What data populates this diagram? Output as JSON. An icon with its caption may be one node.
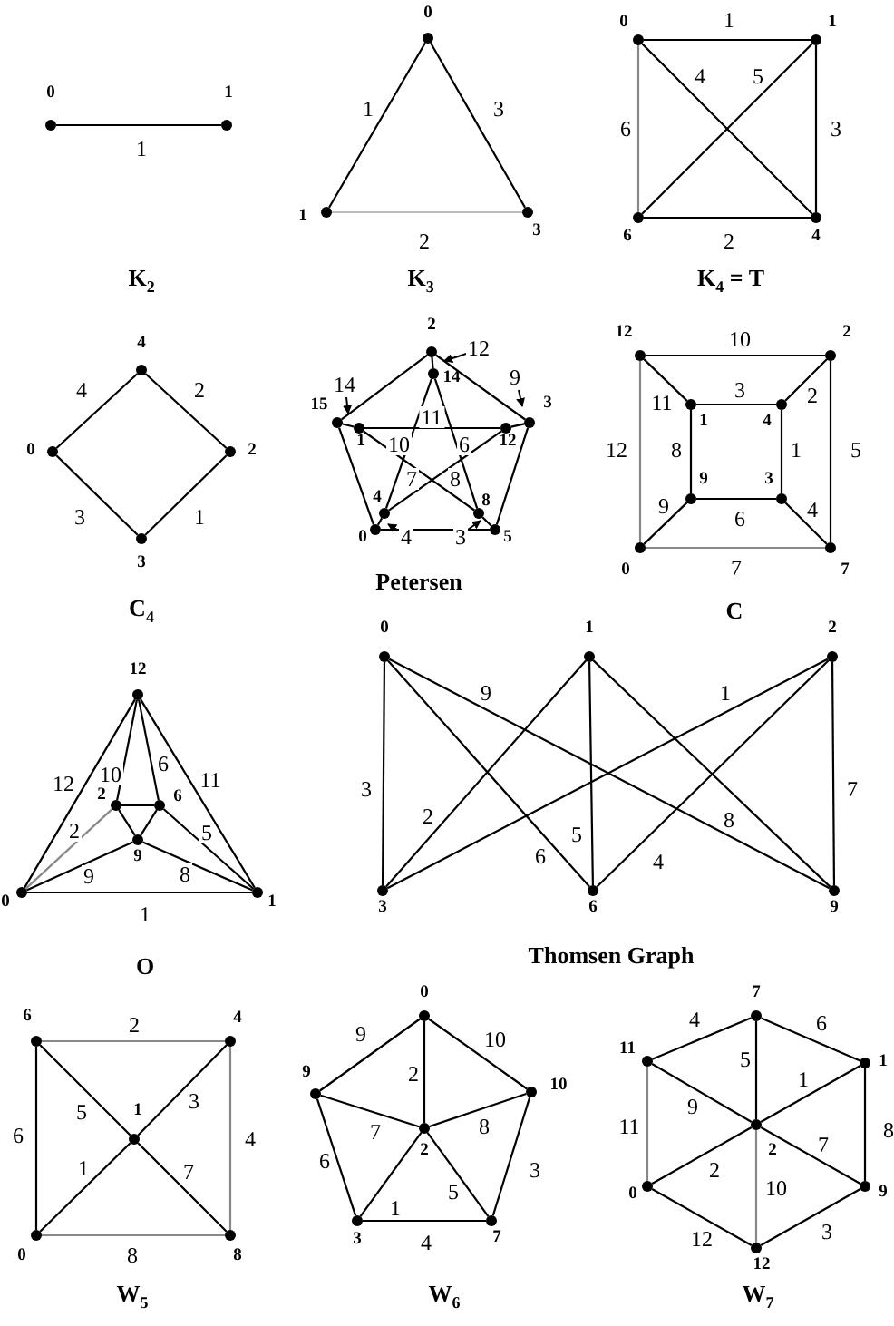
{
  "diagram": {
    "nodes": [
      {
        "text": [
          "0"
        ]
      },
      {
        "text": [
          "1"
        ]
      },
      {
        "text": [
          "0"
        ]
      },
      {
        "text": [
          "1"
        ]
      },
      {
        "text": [
          "3"
        ]
      },
      {
        "text": [
          "0"
        ]
      },
      {
        "text": [
          "1"
        ]
      },
      {
        "text": [
          "6"
        ]
      },
      {
        "text": [
          "4"
        ]
      },
      {
        "text": [
          "4"
        ]
      },
      {
        "text": [
          "0"
        ]
      },
      {
        "text": [
          "2"
        ]
      },
      {
        "text": [
          "3"
        ]
      },
      {
        "text": [
          "2"
        ]
      },
      {
        "text": [
          "15"
        ]
      },
      {
        "text": [
          "1"
        ]
      },
      {
        "text": [
          "14"
        ]
      },
      {
        "text": [
          "12"
        ]
      },
      {
        "text": [
          "3"
        ]
      },
      {
        "text": [
          "4"
        ]
      },
      {
        "text": [
          "8"
        ]
      },
      {
        "text": [
          "0"
        ]
      },
      {
        "text": [
          "5"
        ]
      },
      {
        "text": [
          "12"
        ]
      },
      {
        "text": [
          "2"
        ]
      },
      {
        "text": [
          "1"
        ]
      },
      {
        "text": [
          "4"
        ]
      },
      {
        "text": [
          "9"
        ]
      },
      {
        "text": [
          "3"
        ]
      },
      {
        "text": [
          "0"
        ]
      },
      {
        "text": [
          "7"
        ]
      },
      {
        "text": [
          "12"
        ]
      },
      {
        "text": [
          "2"
        ]
      },
      {
        "text": [
          "6"
        ]
      },
      {
        "text": [
          "9"
        ]
      },
      {
        "text": [
          "0"
        ]
      },
      {
        "text": [
          "1"
        ]
      },
      {
        "text": [
          "0"
        ]
      },
      {
        "text": [
          "1"
        ]
      },
      {
        "text": [
          "2"
        ]
      },
      {
        "text": [
          "3"
        ]
      },
      {
        "text": [
          "6"
        ]
      },
      {
        "text": [
          "9"
        ]
      },
      {
        "text": [
          "6"
        ]
      },
      {
        "text": [
          "4"
        ]
      },
      {
        "text": [
          "1"
        ]
      },
      {
        "text": [
          "0"
        ]
      },
      {
        "text": [
          "8"
        ]
      },
      {
        "text": [
          "0"
        ]
      },
      {
        "text": [
          "9"
        ]
      },
      {
        "text": [
          "10"
        ]
      },
      {
        "text": [
          "2"
        ]
      },
      {
        "text": [
          "3"
        ]
      },
      {
        "text": [
          "7"
        ]
      },
      {
        "text": [
          "7"
        ]
      },
      {
        "text": [
          "11"
        ]
      },
      {
        "text": [
          "1"
        ]
      },
      {
        "text": [
          "2"
        ]
      },
      {
        "text": [
          "0"
        ]
      },
      {
        "text": [
          "9"
        ]
      },
      {
        "text": [
          "12"
        ]
      }
    ],
    "edges": [
      {
        "from": 0,
        "to": 1,
        "arrow": "none",
        "label": "1"
      },
      {
        "from": 2,
        "to": 3,
        "arrow": "none",
        "label": "1"
      },
      {
        "from": 2,
        "to": 4,
        "arrow": "none",
        "label": "3"
      },
      {
        "from": 3,
        "to": 4,
        "arrow": "none",
        "label": "2",
        "color": "#bbbbbb"
      },
      {
        "from": 5,
        "to": 6,
        "arrow": "none",
        "label": "1"
      },
      {
        "from": 6,
        "to": 8,
        "arrow": "none",
        "label": "3"
      },
      {
        "from": 7,
        "to": 8,
        "arrow": "none",
        "label": "2"
      },
      {
        "from": 5,
        "to": 7,
        "arrow": "none",
        "label": "6",
        "color": "#888888"
      },
      {
        "from": 5,
        "to": 8,
        "arrow": "none",
        "label": "4"
      },
      {
        "from": 7,
        "to": 6,
        "arrow": "none",
        "label": "5"
      },
      {
        "from": 9,
        "to": 10,
        "arrow": "none",
        "label": "4"
      },
      {
        "from": 9,
        "to": 11,
        "arrow": "none",
        "label": "2"
      },
      {
        "from": 10,
        "to": 12,
        "arrow": "none",
        "label": "3"
      },
      {
        "from": 11,
        "to": 12,
        "arrow": "none",
        "label": "1"
      },
      {
        "from": 13,
        "to": 18,
        "arrow": "none"
      },
      {
        "from": 18,
        "to": 22,
        "arrow": "none"
      },
      {
        "from": 22,
        "to": 21,
        "arrow": "none"
      },
      {
        "from": 21,
        "to": 14,
        "arrow": "none"
      },
      {
        "from": 14,
        "to": 13,
        "arrow": "none"
      },
      {
        "from": 13,
        "to": 16,
        "arrow": "none",
        "label": "12"
      },
      {
        "from": 18,
        "to": 17,
        "arrow": "none",
        "label": "9"
      },
      {
        "from": 22,
        "to": 20,
        "arrow": "none",
        "label": "3"
      },
      {
        "from": 21,
        "to": 19,
        "arrow": "none",
        "label": "4"
      },
      {
        "from": 14,
        "to": 15,
        "arrow": "none",
        "label": "14"
      },
      {
        "from": 16,
        "to": 19,
        "arrow": "none",
        "label": "10"
      },
      {
        "from": 16,
        "to": 20,
        "arrow": "none",
        "label": "6"
      },
      {
        "from": 15,
        "to": 17,
        "arrow": "none",
        "label": "11"
      },
      {
        "from": 15,
        "to": 20,
        "arrow": "none",
        "label": "8"
      },
      {
        "from": 19,
        "to": 17,
        "arrow": "none",
        "label": "7"
      },
      {
        "from": 23,
        "to": 24,
        "arrow": "none",
        "label": "10"
      },
      {
        "from": 24,
        "to": 30,
        "arrow": "none",
        "label": "5"
      },
      {
        "from": 29,
        "to": 30,
        "arrow": "none",
        "label": "7",
        "color": "#888888"
      },
      {
        "from": 23,
        "to": 29,
        "arrow": "none",
        "label": "12",
        "color": "#888888"
      },
      {
        "from": 23,
        "to": 25,
        "arrow": "none",
        "label": "11"
      },
      {
        "from": 24,
        "to": 26,
        "arrow": "none",
        "label": "2"
      },
      {
        "from": 29,
        "to": 27,
        "arrow": "none",
        "label": "9"
      },
      {
        "from": 30,
        "to": 28,
        "arrow": "none",
        "label": "4"
      },
      {
        "from": 25,
        "to": 26,
        "arrow": "none",
        "label": "3"
      },
      {
        "from": 26,
        "to": 28,
        "arrow": "none",
        "label": "1"
      },
      {
        "from": 25,
        "to": 27,
        "arrow": "none",
        "label": "8"
      },
      {
        "from": 27,
        "to": 28,
        "arrow": "none",
        "label": "6"
      },
      {
        "from": 31,
        "to": 35,
        "arrow": "none",
        "label": "12"
      },
      {
        "from": 31,
        "to": 36,
        "arrow": "none",
        "label": "11"
      },
      {
        "from": 35,
        "to": 36,
        "arrow": "none",
        "label": "1"
      },
      {
        "from": 31,
        "to": 32,
        "arrow": "none",
        "label": "10"
      },
      {
        "from": 31,
        "to": 33,
        "arrow": "none",
        "label": "6"
      },
      {
        "from": 35,
        "to": 32,
        "arrow": "none",
        "label": "2",
        "color": "#888888"
      },
      {
        "from": 36,
        "to": 33,
        "arrow": "none",
        "label": "5"
      },
      {
        "from": 35,
        "to": 34,
        "arrow": "none",
        "label": "9"
      },
      {
        "from": 36,
        "to": 34,
        "arrow": "none",
        "label": "8"
      },
      {
        "from": 32,
        "to": 33,
        "arrow": "none"
      },
      {
        "from": 32,
        "to": 34,
        "arrow": "none"
      },
      {
        "from": 33,
        "to": 34,
        "arrow": "none"
      },
      {
        "from": 37,
        "to": 40,
        "arrow": "none",
        "label": "3"
      },
      {
        "from": 37,
        "to": 41,
        "arrow": "none",
        "label": "6"
      },
      {
        "from": 37,
        "to": 42,
        "arrow": "none",
        "label": "9"
      },
      {
        "from": 38,
        "to": 40,
        "arrow": "none",
        "label": "2"
      },
      {
        "from": 38,
        "to": 41,
        "arrow": "none",
        "label": "5"
      },
      {
        "from": 38,
        "to": 42,
        "arrow": "none",
        "label": "8"
      },
      {
        "from": 39,
        "to": 40,
        "arrow": "none",
        "label": "1"
      },
      {
        "from": 39,
        "to": 41,
        "arrow": "none",
        "label": "4"
      },
      {
        "from": 39,
        "to": 42,
        "arrow": "none",
        "label": "7"
      },
      {
        "from": 43,
        "to": 44,
        "arrow": "none",
        "label": "2",
        "color": "#888888"
      },
      {
        "from": 44,
        "to": 47,
        "arrow": "none",
        "label": "4",
        "color": "#888888"
      },
      {
        "from": 46,
        "to": 47,
        "arrow": "none",
        "label": "8",
        "color": "#888888"
      },
      {
        "from": 43,
        "to": 46,
        "arrow": "none",
        "label": "6"
      },
      {
        "from": 43,
        "to": 45,
        "arrow": "none",
        "label": "5"
      },
      {
        "from": 44,
        "to": 45,
        "arrow": "none",
        "label": "3"
      },
      {
        "from": 46,
        "to": 45,
        "arrow": "none",
        "label": "1"
      },
      {
        "from": 47,
        "to": 45,
        "arrow": "none",
        "label": "7"
      },
      {
        "from": 48,
        "to": 49,
        "arrow": "none",
        "label": "9"
      },
      {
        "from": 48,
        "to": 50,
        "arrow": "none",
        "label": "10"
      },
      {
        "from": 50,
        "to": 53,
        "arrow": "none",
        "label": "3"
      },
      {
        "from": 53,
        "to": 52,
        "arrow": "none",
        "label": "4"
      },
      {
        "from": 52,
        "to": 49,
        "arrow": "none",
        "label": "6"
      },
      {
        "from": 48,
        "to": 51,
        "arrow": "none",
        "label": "2"
      },
      {
        "from": 49,
        "to": 51,
        "arrow": "none",
        "label": "7"
      },
      {
        "from": 51,
        "to": 50,
        "arrow": "none",
        "label": "8"
      },
      {
        "from": 52,
        "to": 51,
        "arrow": "none",
        "label": "1"
      },
      {
        "from": 51,
        "to": 53,
        "arrow": "none",
        "label": "5"
      },
      {
        "from": 54,
        "to": 55,
        "arrow": "none",
        "label": "4"
      },
      {
        "from": 54,
        "to": 56,
        "arrow": "none",
        "label": "6"
      },
      {
        "from": 54,
        "to": 57,
        "arrow": "none",
        "label": "5"
      },
      {
        "from": 55,
        "to": 58,
        "arrow": "none",
        "label": "11",
        "color": "#888888"
      },
      {
        "from": 55,
        "to": 57,
        "arrow": "none",
        "label": "9"
      },
      {
        "from": 57,
        "to": 56,
        "arrow": "none",
        "label": "1"
      },
      {
        "from": 56,
        "to": 59,
        "arrow": "none",
        "label": "8"
      },
      {
        "from": 58,
        "to": 57,
        "arrow": "none",
        "label": "2"
      },
      {
        "from": 57,
        "to": 59,
        "arrow": "none",
        "label": "7"
      },
      {
        "from": 57,
        "to": 60,
        "arrow": "none",
        "label": "10",
        "color": "#888888"
      },
      {
        "from": 58,
        "to": 60,
        "arrow": "none",
        "label": "12"
      },
      {
        "from": 59,
        "to": 60,
        "arrow": "none",
        "label": "3"
      }
    ],
    "labels": [
      "K$_{2}$",
      "K$_{3}$",
      "K$_{4}$ = T",
      "C$_{4}$",
      "Petersen",
      "C",
      "O",
      "Thomsen Graph",
      "W$_{5}$",
      "W$_{6}$",
      "W$_{7}$"
    ]
  }
}
